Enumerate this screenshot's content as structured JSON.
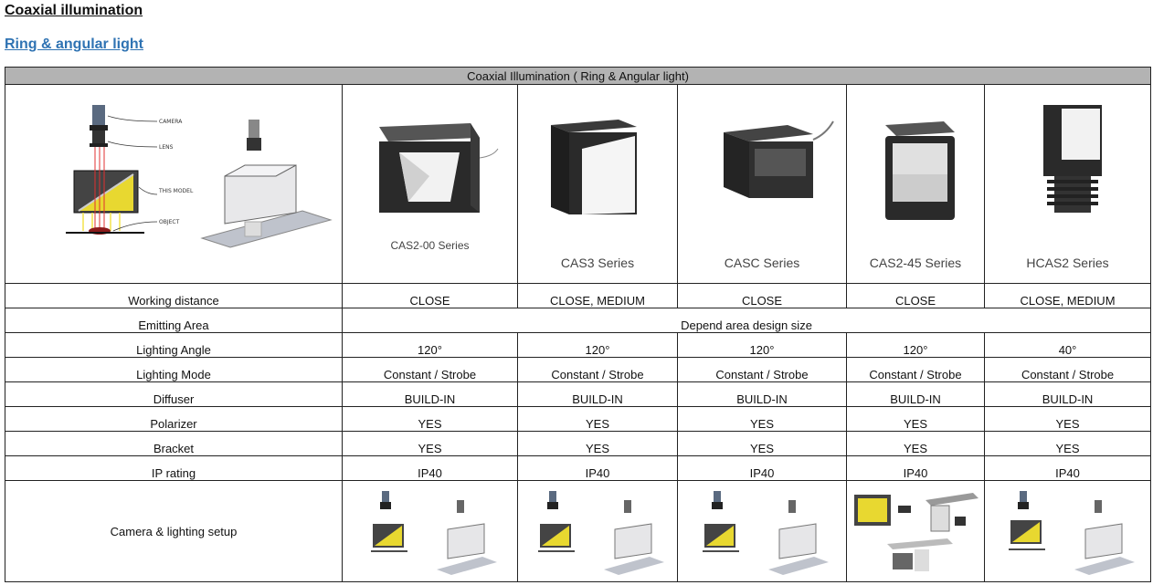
{
  "headings": {
    "primary": "Coaxial illumination",
    "link": "Ring & angular light"
  },
  "table": {
    "title": "Coaxial Illumination ( Ring & Angular light)",
    "diagram_labels": [
      "CAMERA",
      "LENS",
      "THIS MODEL",
      "OBJECT"
    ],
    "series": [
      "CAS2-00 Series",
      "CAS3 Series",
      "CASC Series",
      "CAS2-45 Series",
      "HCAS2 Series"
    ],
    "rows": [
      {
        "label": "Working distance",
        "values": [
          "CLOSE",
          "CLOSE, MEDIUM",
          "CLOSE",
          "CLOSE",
          "CLOSE, MEDIUM"
        ]
      },
      {
        "label": "Emitting Area",
        "merged": "Depend area design size"
      },
      {
        "label": "Lighting Angle",
        "values": [
          "120°",
          "120°",
          "120°",
          "120°",
          "40°"
        ]
      },
      {
        "label": "Lighting Mode",
        "values": [
          "Constant / Strobe",
          "Constant / Strobe",
          "Constant / Strobe",
          "Constant / Strobe",
          "Constant / Strobe"
        ]
      },
      {
        "label": "Diffuser",
        "values": [
          "BUILD-IN",
          "BUILD-IN",
          "BUILD-IN",
          "BUILD-IN",
          "BUILD-IN"
        ]
      },
      {
        "label": "Polarizer",
        "values": [
          "YES",
          "YES",
          "YES",
          "YES",
          "YES"
        ]
      },
      {
        "label": "Bracket",
        "values": [
          "YES",
          "YES",
          "YES",
          "YES",
          "YES"
        ]
      },
      {
        "label": "IP rating",
        "values": [
          "IP40",
          "IP40",
          "IP40",
          "IP40",
          "IP40"
        ]
      }
    ],
    "setup_label": "Camera & lighting setup"
  },
  "colors": {
    "link": "#2f73b3",
    "title_bar": "#b3b3b3",
    "housing": "#2a2a2a",
    "ray": "#e03030",
    "glow": "#f3e34a"
  }
}
